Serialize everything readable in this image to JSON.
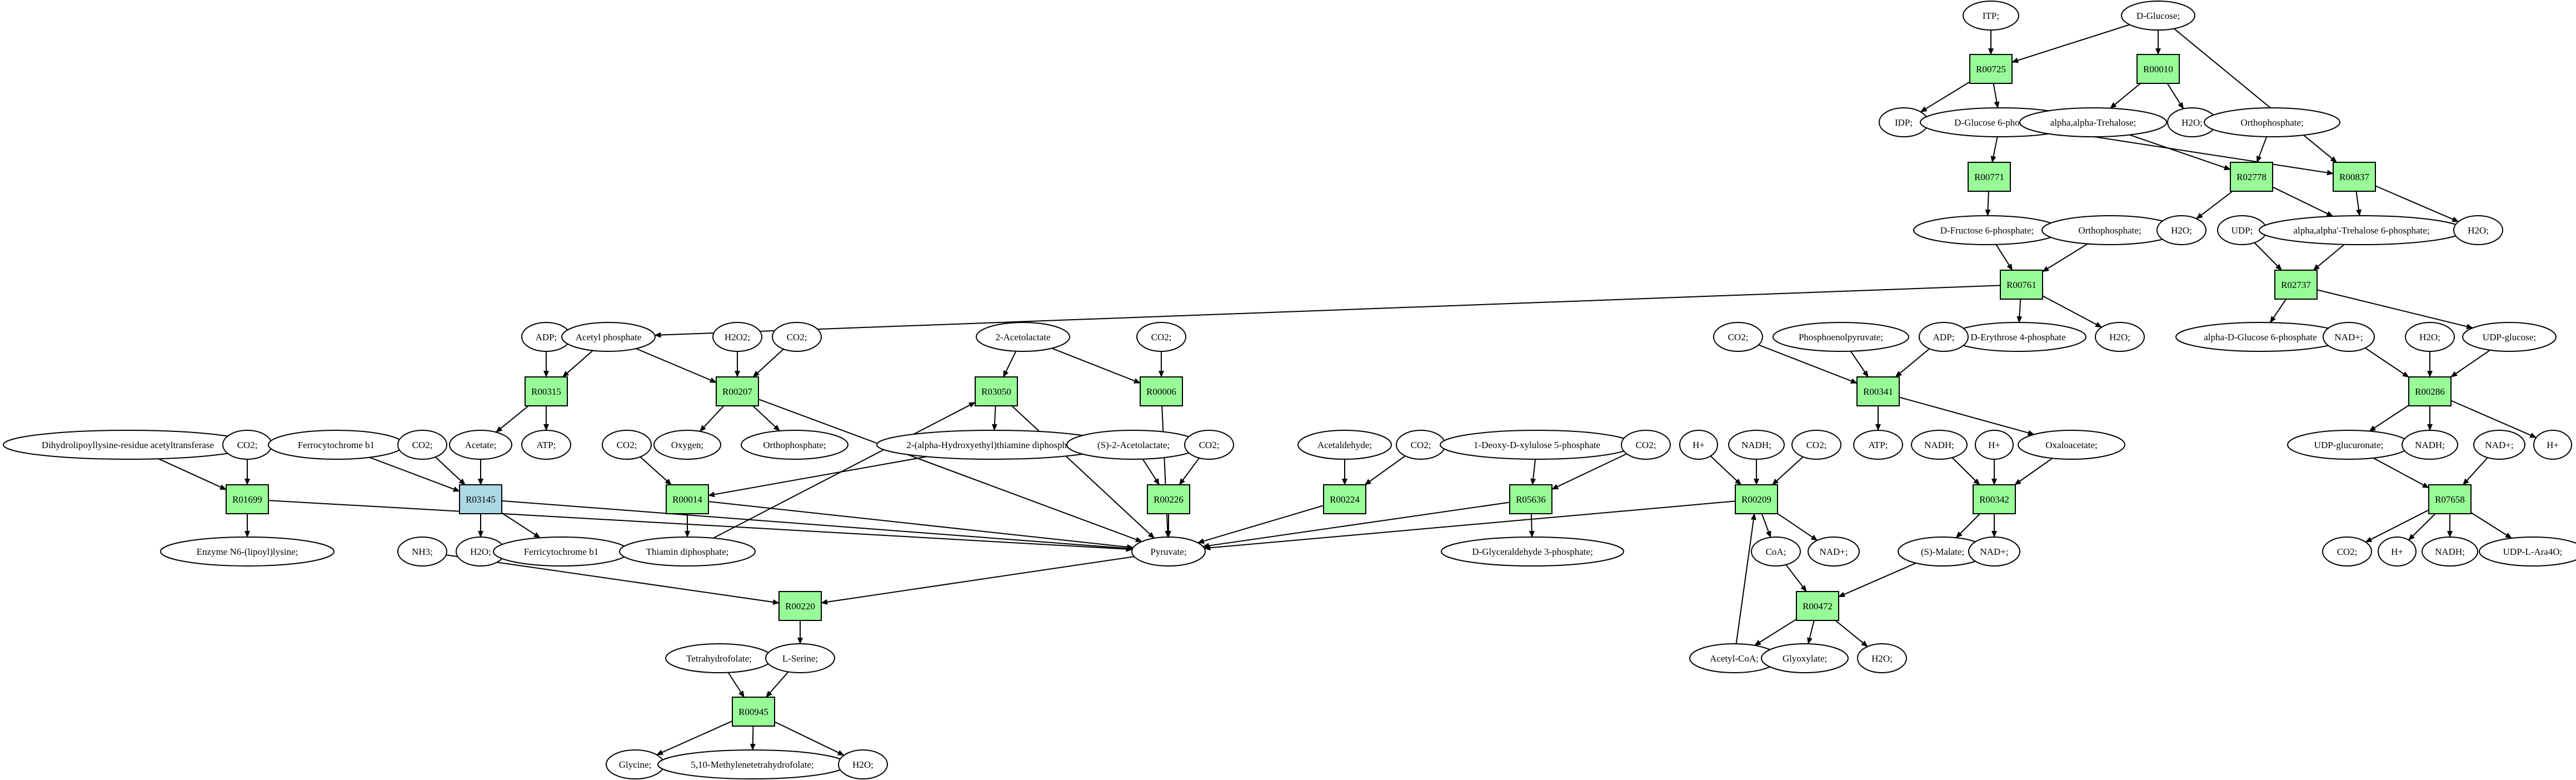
{
  "colors": {
    "reaction": "#98fb98",
    "reaction_highlight": "#add8e6",
    "start": "#00ff00",
    "target": "#ffff00",
    "metabolite": "#ffffff"
  },
  "diagram": {
    "metabolites": [
      {
        "id": "m_itp",
        "label": "ITP;"
      },
      {
        "id": "m_glc",
        "label": "D-Glucose;",
        "role": "start"
      },
      {
        "id": "m_idp",
        "label": "IDP;"
      },
      {
        "id": "m_g6p",
        "label": "D-Glucose 6-phosphate;"
      },
      {
        "id": "m_treh",
        "label": "alpha,alpha-Trehalose;"
      },
      {
        "id": "m_h2o_a",
        "label": "H2O;"
      },
      {
        "id": "m_pi_a",
        "label": "Orthophosphate;"
      },
      {
        "id": "m_f6p",
        "label": "D-Fructose 6-phosphate;"
      },
      {
        "id": "m_pi_b",
        "label": "Orthophosphate;"
      },
      {
        "id": "m_h2o_b",
        "label": "H2O;"
      },
      {
        "id": "m_udp",
        "label": "UDP;"
      },
      {
        "id": "m_t6p",
        "label": "alpha,alpha'-Trehalose 6-phosphate;"
      },
      {
        "id": "m_h2o_c",
        "label": "H2O;"
      },
      {
        "id": "m_adp_a",
        "label": "ADP;"
      },
      {
        "id": "m_acp",
        "label": "Acetyl phosphate"
      },
      {
        "id": "m_h2o2",
        "label": "H2O2;"
      },
      {
        "id": "m_co2_a",
        "label": "CO2;"
      },
      {
        "id": "m_acl",
        "label": "2-Acetolactate"
      },
      {
        "id": "m_co2_b",
        "label": "CO2;"
      },
      {
        "id": "m_e4p",
        "label": "D-Erythrose 4-phosphate"
      },
      {
        "id": "m_h2o_d",
        "label": "H2O;"
      },
      {
        "id": "m_ag6p",
        "label": "alpha-D-Glucose 6-phosphate"
      },
      {
        "id": "m_nadp_a",
        "label": "NAD+;"
      },
      {
        "id": "m_h2o_e",
        "label": "H2O;"
      },
      {
        "id": "m_udpg",
        "label": "UDP-glucose;"
      },
      {
        "id": "m_co2_c",
        "label": "CO2;"
      },
      {
        "id": "m_pep",
        "label": "Phosphoenolpyruvate;"
      },
      {
        "id": "m_adp_b",
        "label": "ADP;"
      },
      {
        "id": "m_dlt",
        "label": "Dihydrolipoyllysine-residue acetyltransferase"
      },
      {
        "id": "m_co2_d",
        "label": "CO2;"
      },
      {
        "id": "m_ferro",
        "label": "Ferrocytochrome b1"
      },
      {
        "id": "m_co2_e",
        "label": "CO2;"
      },
      {
        "id": "m_acet",
        "label": "Acetate;"
      },
      {
        "id": "m_atp_a",
        "label": "ATP;"
      },
      {
        "id": "m_oxy",
        "label": "Oxygen;"
      },
      {
        "id": "m_pi_c",
        "label": "Orthophosphate;"
      },
      {
        "id": "m_htpp",
        "label": "2-(alpha-Hydroxyethyl)thiamine diphosphate;"
      },
      {
        "id": "m_co2_f",
        "label": "CO2;"
      },
      {
        "id": "m_sacl",
        "label": "(S)-2-Acetolactate;"
      },
      {
        "id": "m_co2_g",
        "label": "CO2;"
      },
      {
        "id": "m_acald",
        "label": "Acetaldehyde;"
      },
      {
        "id": "m_co2_h",
        "label": "CO2;"
      },
      {
        "id": "m_dxp",
        "label": "1-Deoxy-D-xylulose 5-phosphate"
      },
      {
        "id": "m_co2_i",
        "label": "CO2;"
      },
      {
        "id": "m_atp_b",
        "label": "ATP;"
      },
      {
        "id": "m_hp_a",
        "label": "H+"
      },
      {
        "id": "m_nadh_a",
        "label": "NADH;"
      },
      {
        "id": "m_co2_j",
        "label": "CO2;"
      },
      {
        "id": "m_nadh_b",
        "label": "NADH;"
      },
      {
        "id": "m_hp_b",
        "label": "H+"
      },
      {
        "id": "m_oaa",
        "label": "Oxaloacetate;"
      },
      {
        "id": "m_udpgluc",
        "label": "UDP-glucuronate;"
      },
      {
        "id": "m_nadh_c",
        "label": "NADH;"
      },
      {
        "id": "m_hp_c",
        "label": "H+"
      },
      {
        "id": "m_nadp_b",
        "label": "NAD+;"
      },
      {
        "id": "m_lipoyl",
        "label": "Enzyme N6-(lipoyl)lysine;"
      },
      {
        "id": "m_nh3",
        "label": "NH3;"
      },
      {
        "id": "m_h2o_f",
        "label": "H2O;"
      },
      {
        "id": "m_ferri",
        "label": "Ferricytochrome b1"
      },
      {
        "id": "m_tpp",
        "label": "Thiamin diphosphate;"
      },
      {
        "id": "m_pyr",
        "label": "Pyruvate;"
      },
      {
        "id": "m_ga3p",
        "label": "D-Glyceraldehyde 3-phosphate;"
      },
      {
        "id": "m_coa",
        "label": "CoA;"
      },
      {
        "id": "m_nadp_c",
        "label": "NAD+;"
      },
      {
        "id": "m_smal",
        "label": "(S)-Malate;"
      },
      {
        "id": "m_nadp_d",
        "label": "NAD+;"
      },
      {
        "id": "m_co2_k",
        "label": "CO2;"
      },
      {
        "id": "m_hp_d",
        "label": "H+"
      },
      {
        "id": "m_nadh_d",
        "label": "NADH;"
      },
      {
        "id": "m_udpara",
        "label": "UDP-L-Ara4O;"
      },
      {
        "id": "m_accoa",
        "label": "Acetyl-CoA;"
      },
      {
        "id": "m_glyox",
        "label": "Glyoxylate;"
      },
      {
        "id": "m_h2o_g",
        "label": "H2O;"
      },
      {
        "id": "m_thf",
        "label": "Tetrahydrofolate;"
      },
      {
        "id": "m_ser",
        "label": "L-Serine;"
      },
      {
        "id": "m_gly",
        "label": "Glycine;",
        "role": "target"
      },
      {
        "id": "m_mthf",
        "label": "5,10-Methylenetetrahydrofolate;"
      },
      {
        "id": "m_h2o_h",
        "label": "H2O;"
      }
    ],
    "reactions": [
      {
        "id": "r00725",
        "label": "R00725"
      },
      {
        "id": "r00010",
        "label": "R00010"
      },
      {
        "id": "r00771",
        "label": "R00771"
      },
      {
        "id": "r02778",
        "label": "R02778"
      },
      {
        "id": "r00837",
        "label": "R00837"
      },
      {
        "id": "r00761",
        "label": "R00761"
      },
      {
        "id": "r02737",
        "label": "R02737"
      },
      {
        "id": "r00315",
        "label": "R00315"
      },
      {
        "id": "r00207",
        "label": "R00207"
      },
      {
        "id": "r03050",
        "label": "R03050"
      },
      {
        "id": "r00006",
        "label": "R00006"
      },
      {
        "id": "r00341",
        "label": "R00341"
      },
      {
        "id": "r00286",
        "label": "R00286"
      },
      {
        "id": "r01699",
        "label": "R01699"
      },
      {
        "id": "r03145",
        "label": "R03145",
        "role": "highlight"
      },
      {
        "id": "r00014",
        "label": "R00014"
      },
      {
        "id": "r00226",
        "label": "R00226"
      },
      {
        "id": "r00224",
        "label": "R00224"
      },
      {
        "id": "r05636",
        "label": "R05636"
      },
      {
        "id": "r00209",
        "label": "R00209"
      },
      {
        "id": "r00342",
        "label": "R00342"
      },
      {
        "id": "r07658",
        "label": "R07658"
      },
      {
        "id": "r00472",
        "label": "R00472"
      },
      {
        "id": "r00220",
        "label": "R00220"
      },
      {
        "id": "r00945",
        "label": "R00945"
      }
    ],
    "edges": [
      [
        "m_itp",
        "r00725"
      ],
      [
        "m_glc",
        "r00725"
      ],
      [
        "r00725",
        "m_idp"
      ],
      [
        "r00725",
        "m_g6p"
      ],
      [
        "m_glc",
        "r00010"
      ],
      [
        "r00010",
        "m_treh"
      ],
      [
        "r00010",
        "m_h2o_a"
      ],
      [
        "m_g6p",
        "r00771"
      ],
      [
        "r00771",
        "m_f6p"
      ],
      [
        "m_treh",
        "r02778"
      ],
      [
        "m_pi_a",
        "r02778"
      ],
      [
        "r02778",
        "m_h2o_b"
      ],
      [
        "r02778",
        "m_t6p"
      ],
      [
        "m_glc",
        "r00837"
      ],
      [
        "m_g6p",
        "r00837"
      ],
      [
        "r00837",
        "m_t6p"
      ],
      [
        "r00837",
        "m_h2o_c"
      ],
      [
        "m_f6p",
        "r00761"
      ],
      [
        "m_pi_b",
        "r00761"
      ],
      [
        "r00761",
        "m_acp"
      ],
      [
        "r00761",
        "m_e4p"
      ],
      [
        "r00761",
        "m_h2o_d"
      ],
      [
        "m_udp",
        "r02737"
      ],
      [
        "m_t6p",
        "r02737"
      ],
      [
        "r02737",
        "m_ag6p"
      ],
      [
        "r02737",
        "m_udpg"
      ],
      [
        "m_adp_a",
        "r00315"
      ],
      [
        "m_acp",
        "r00315"
      ],
      [
        "r00315",
        "m_acet"
      ],
      [
        "r00315",
        "m_atp_a"
      ],
      [
        "m_acp",
        "r00207"
      ],
      [
        "m_h2o2",
        "r00207"
      ],
      [
        "m_co2_a",
        "r00207"
      ],
      [
        "r00207",
        "m_oxy"
      ],
      [
        "r00207",
        "m_pi_c"
      ],
      [
        "r00207",
        "m_pyr"
      ],
      [
        "m_acl",
        "r03050"
      ],
      [
        "r03050",
        "m_htpp"
      ],
      [
        "r03050",
        "m_pyr"
      ],
      [
        "m_acl",
        "r00006"
      ],
      [
        "m_co2_b",
        "r00006"
      ],
      [
        "r00006",
        "m_pyr"
      ],
      [
        "m_co2_c",
        "r00341"
      ],
      [
        "m_pep",
        "r00341"
      ],
      [
        "m_adp_b",
        "r00341"
      ],
      [
        "r00341",
        "m_atp_b"
      ],
      [
        "r00341",
        "m_oaa"
      ],
      [
        "m_nadp_a",
        "r00286"
      ],
      [
        "m_h2o_e",
        "r00286"
      ],
      [
        "m_udpg",
        "r00286"
      ],
      [
        "r00286",
        "m_udpgluc"
      ],
      [
        "r00286",
        "m_nadh_c"
      ],
      [
        "r00286",
        "m_hp_c"
      ],
      [
        "m_dlt",
        "r01699"
      ],
      [
        "m_co2_d",
        "r01699"
      ],
      [
        "r01699",
        "m_lipoyl"
      ],
      [
        "r01699",
        "m_pyr"
      ],
      [
        "m_ferro",
        "r03145"
      ],
      [
        "m_co2_e",
        "r03145"
      ],
      [
        "m_acet",
        "r03145"
      ],
      [
        "r03145",
        "m_h2o_f"
      ],
      [
        "r03145",
        "m_ferri"
      ],
      [
        "r03145",
        "m_pyr"
      ],
      [
        "m_co2_f",
        "r00014"
      ],
      [
        "m_htpp",
        "r00014"
      ],
      [
        "r00014",
        "m_tpp"
      ],
      [
        "r00014",
        "m_pyr"
      ],
      [
        "m_tpp",
        "r03050"
      ],
      [
        "m_sacl",
        "r00226"
      ],
      [
        "m_co2_g",
        "r00226"
      ],
      [
        "r00226",
        "m_pyr"
      ],
      [
        "m_acald",
        "r00224"
      ],
      [
        "m_co2_h",
        "r00224"
      ],
      [
        "r00224",
        "m_pyr"
      ],
      [
        "m_dxp",
        "r05636"
      ],
      [
        "m_co2_i",
        "r05636"
      ],
      [
        "r05636",
        "m_pyr"
      ],
      [
        "r05636",
        "m_ga3p"
      ],
      [
        "m_hp_a",
        "r00209"
      ],
      [
        "m_nadh_a",
        "r00209"
      ],
      [
        "m_co2_j",
        "r00209"
      ],
      [
        "r00209",
        "m_coa"
      ],
      [
        "r00209",
        "m_nadp_c"
      ],
      [
        "r00209",
        "m_pyr"
      ],
      [
        "m_nadh_b",
        "r00342"
      ],
      [
        "m_hp_b",
        "r00342"
      ],
      [
        "m_oaa",
        "r00342"
      ],
      [
        "r00342",
        "m_smal"
      ],
      [
        "r00342",
        "m_nadp_d"
      ],
      [
        "m_udpgluc",
        "r07658"
      ],
      [
        "m_nadp_b",
        "r07658"
      ],
      [
        "r07658",
        "m_co2_k"
      ],
      [
        "r07658",
        "m_hp_d"
      ],
      [
        "r07658",
        "m_nadh_d"
      ],
      [
        "r07658",
        "m_udpara"
      ],
      [
        "m_coa",
        "r00472"
      ],
      [
        "m_smal",
        "r00472"
      ],
      [
        "r00472",
        "m_accoa"
      ],
      [
        "r00472",
        "m_glyox"
      ],
      [
        "r00472",
        "m_h2o_g"
      ],
      [
        "m_accoa",
        "r00209"
      ],
      [
        "m_pyr",
        "r00220"
      ],
      [
        "m_nh3",
        "r00220"
      ],
      [
        "r00220",
        "m_ser"
      ],
      [
        "m_thf",
        "r00945"
      ],
      [
        "m_ser",
        "r00945"
      ],
      [
        "r00945",
        "m_gly"
      ],
      [
        "r00945",
        "m_mthf"
      ],
      [
        "r00945",
        "m_h2o_h"
      ]
    ]
  }
}
